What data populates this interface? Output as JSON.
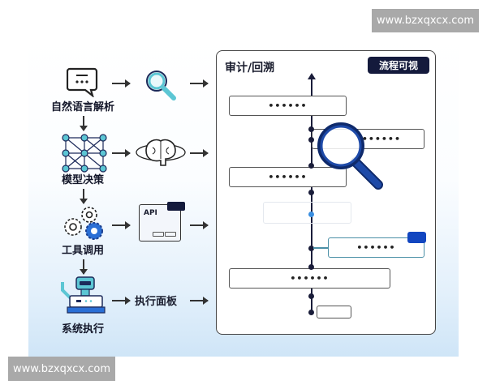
{
  "watermark": "www.bzxqxcx.com",
  "steps": [
    {
      "label": "自然语言解析",
      "icon": "chat-bubble-icon",
      "tool_icon": "magnifier-icon"
    },
    {
      "label": "模型决策",
      "icon": "neural-network-icon",
      "tool_icon": "brain-icon"
    },
    {
      "label": "工具调用",
      "icon": "gears-icon",
      "tool_icon": "api-window-icon",
      "tool_text": "API"
    },
    {
      "label": "系统执行",
      "icon": "robot-icon",
      "tool_text": "执行面板"
    }
  ],
  "panel": {
    "title": "审计/回溯",
    "badge": "流程可视",
    "entries": [
      "••••••",
      "••••••",
      "••••••",
      "••••••",
      "••••••"
    ]
  },
  "colors": {
    "accent": "#1b3f8f",
    "teal": "#4fb6c9",
    "dark": "#14173a",
    "badge_bg": "#141a3c",
    "blue_tab": "#1246c0"
  }
}
